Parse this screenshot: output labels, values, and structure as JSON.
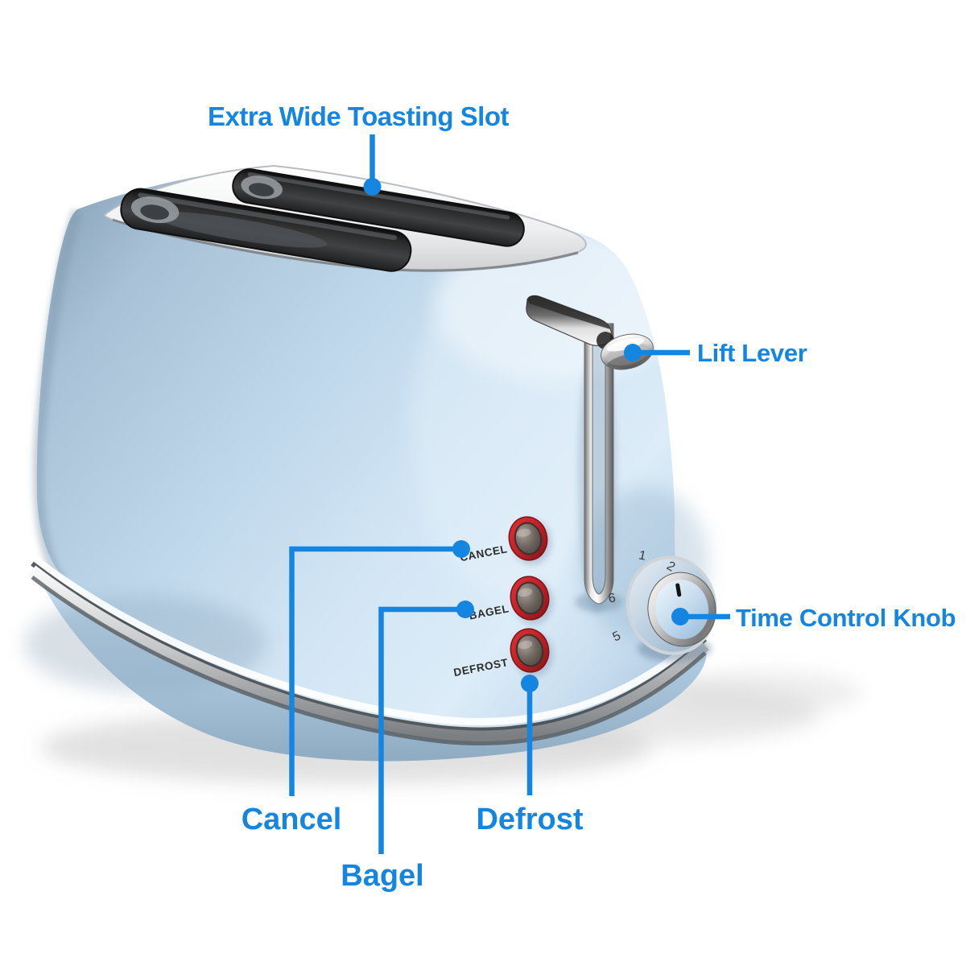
{
  "colors": {
    "accent_blue": "#1585e2",
    "body_blue": "#b9d2e8",
    "base_blue": "#abc7de",
    "ring_red": "#c9252b",
    "button_face": "#6e655e",
    "slot_dark": "#262626",
    "chrome_light": "#f4f4f4",
    "background": "#ffffff"
  },
  "callouts": {
    "toasting_slot": {
      "label": "Extra Wide Toasting Slot"
    },
    "lift_lever": {
      "label": "Lift Lever"
    },
    "time_control_knob": {
      "label": "Time Control Knob"
    },
    "cancel": {
      "label": "Cancel"
    },
    "bagel": {
      "label": "Bagel"
    },
    "defrost": {
      "label": "Defrost"
    }
  },
  "toaster": {
    "buttons": {
      "cancel": "CANCEL",
      "bagel": "BAGEL",
      "defrost": "DEFROST"
    },
    "dial_numbers": {
      "one": "1",
      "two": "2",
      "six": "6",
      "five": "5"
    }
  }
}
